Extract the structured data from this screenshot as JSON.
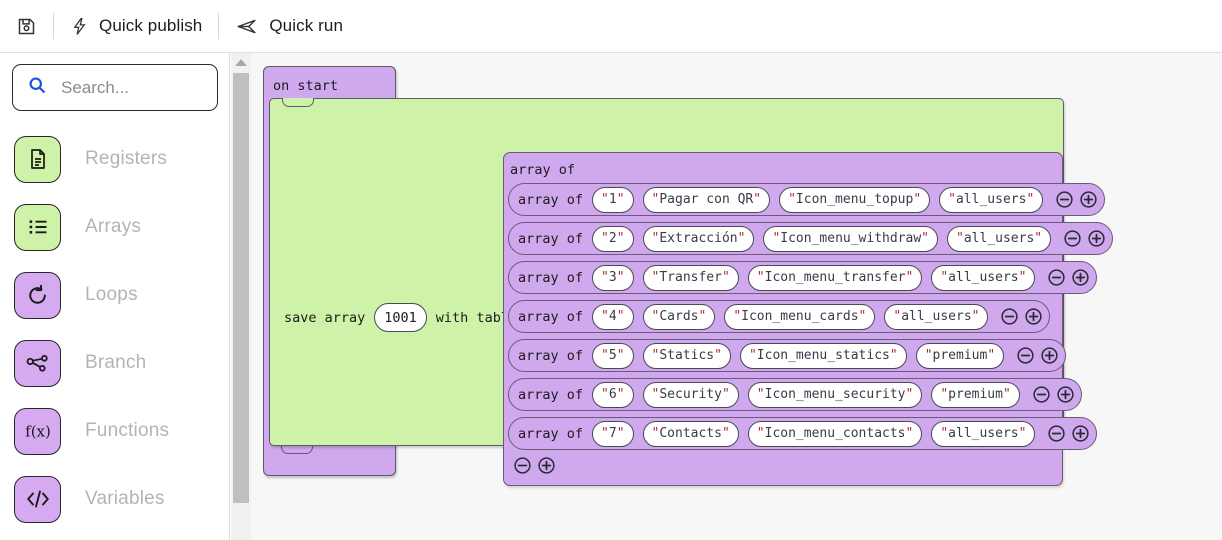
{
  "toolbar": {
    "save_icon": "save-floppy-icon",
    "quick_publish_label": "Quick publish",
    "quick_publish_icon": "lightning-bolt-icon",
    "quick_run_label": "Quick run",
    "quick_run_icon": "paper-plane-icon"
  },
  "sidebar": {
    "search": {
      "value": "",
      "placeholder": "Search...",
      "icon": "search-icon"
    },
    "items": [
      {
        "label": "Registers",
        "icon": "document-icon",
        "color": "#cdf2a8",
        "tone": "green"
      },
      {
        "label": "Arrays",
        "icon": "list-icon",
        "color": "#cdf2a8",
        "tone": "green"
      },
      {
        "label": "Loops",
        "icon": "refresh-loop-icon",
        "color": "#d6aaf0",
        "tone": "purple"
      },
      {
        "label": "Branch",
        "icon": "branch-node-icon",
        "color": "#d6aaf0",
        "tone": "purple"
      },
      {
        "label": "Functions",
        "icon": "function-fx-icon",
        "color": "#d6aaf0",
        "tone": "purple"
      },
      {
        "label": "Variables",
        "icon": "code-brackets-icon",
        "color": "#d6aaf0",
        "tone": "purple"
      }
    ]
  },
  "canvas": {
    "on_start_label": "on start",
    "save_array_prefix": "save array",
    "save_array_id": "1001",
    "save_array_suffix": "with table",
    "array_of_label": "array of",
    "rows": [
      {
        "label": "array of",
        "index": "1",
        "name": "Pagar con QR",
        "icon_name": "Icon_menu_topup",
        "audience": "all_users"
      },
      {
        "label": "array of",
        "index": "2",
        "name": "Extracción",
        "icon_name": "Icon_menu_withdraw",
        "audience": "all_users"
      },
      {
        "label": "array of",
        "index": "3",
        "name": "Transfer",
        "icon_name": "Icon_menu_transfer",
        "audience": "all_users"
      },
      {
        "label": "array of",
        "index": "4",
        "name": "Cards",
        "icon_name": "Icon_menu_cards",
        "audience": "all_users"
      },
      {
        "label": "array of",
        "index": "5",
        "name": "Statics",
        "icon_name": "Icon_menu_statics",
        "audience": "premium"
      },
      {
        "label": "array of",
        "index": "6",
        "name": "Security",
        "icon_name": "Icon_menu_security",
        "audience": "premium"
      },
      {
        "label": "array of",
        "index": "7",
        "name": "Contacts",
        "icon_name": "Icon_menu_contacts",
        "audience": "all_users"
      }
    ],
    "row_buttons": {
      "remove": "minus-circle-icon",
      "add": "plus-circle-icon"
    }
  },
  "colors": {
    "block_purple": "#cfa8ee",
    "block_green": "#cdf2a8",
    "canvas_bg": "#f7f7f7",
    "string_quote": "#a33030",
    "search_accent": "#1a56db"
  },
  "scrollbar": {
    "up_arrow": "scroll-up-arrow-icon"
  }
}
